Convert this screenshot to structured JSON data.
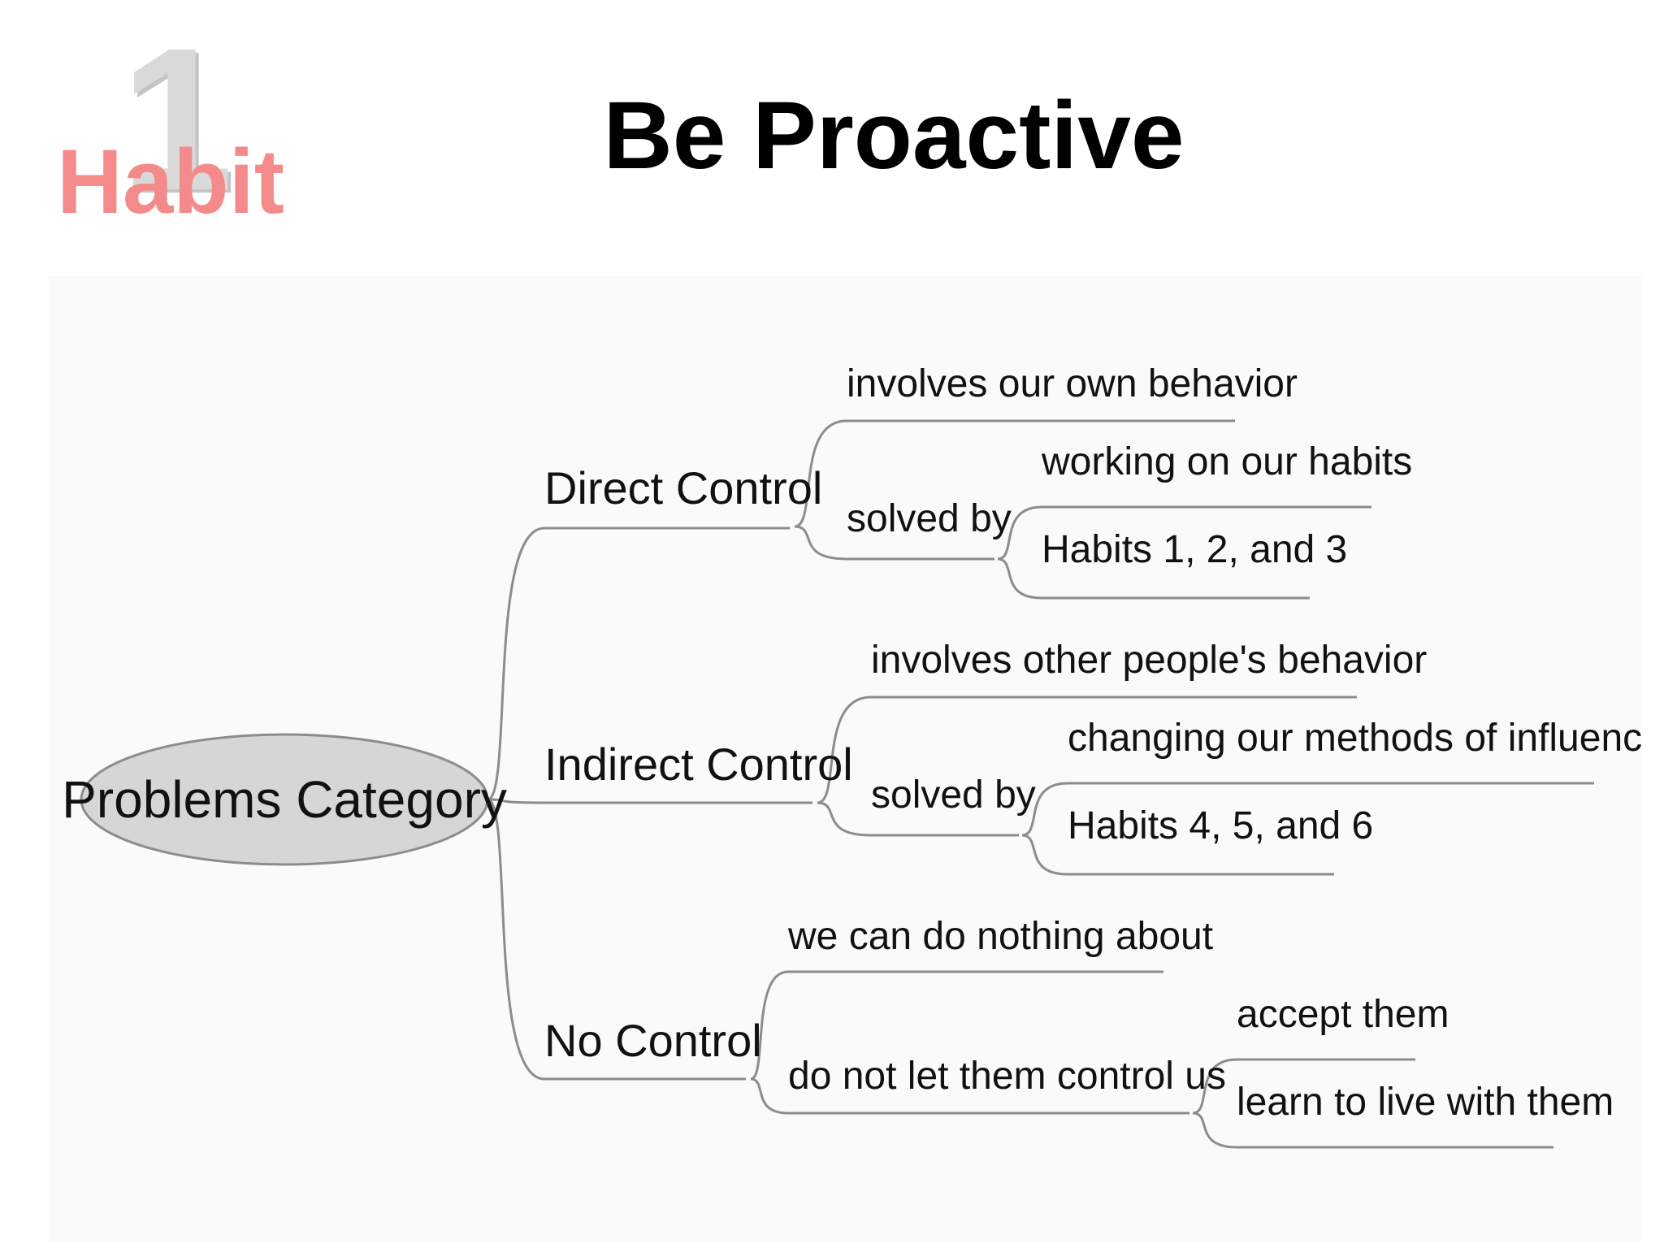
{
  "logo": {
    "number": "1",
    "word": "Habit"
  },
  "title": "Be Proactive",
  "diagram": {
    "root": "Problems Category",
    "branches": [
      {
        "label": "Direct Control",
        "involves": "involves our own behavior",
        "action": "solved by",
        "outcomes": [
          "working on our habits",
          "Habits 1, 2, and 3"
        ]
      },
      {
        "label": "Indirect Control",
        "involves": "involves other people's behavior",
        "action": "solved by",
        "outcomes": [
          "changing our methods of influence",
          "Habits 4, 5, and 6"
        ]
      },
      {
        "label": "No Control",
        "involves": "we can do nothing about",
        "action": "do not let them control us",
        "outcomes": [
          "accept them",
          "learn to live with them"
        ]
      }
    ],
    "colors": {
      "line": "#8c8c8c",
      "node_fill": "#d6d6d6",
      "node_stroke": "#8c8c8c",
      "text": "#111111"
    }
  }
}
